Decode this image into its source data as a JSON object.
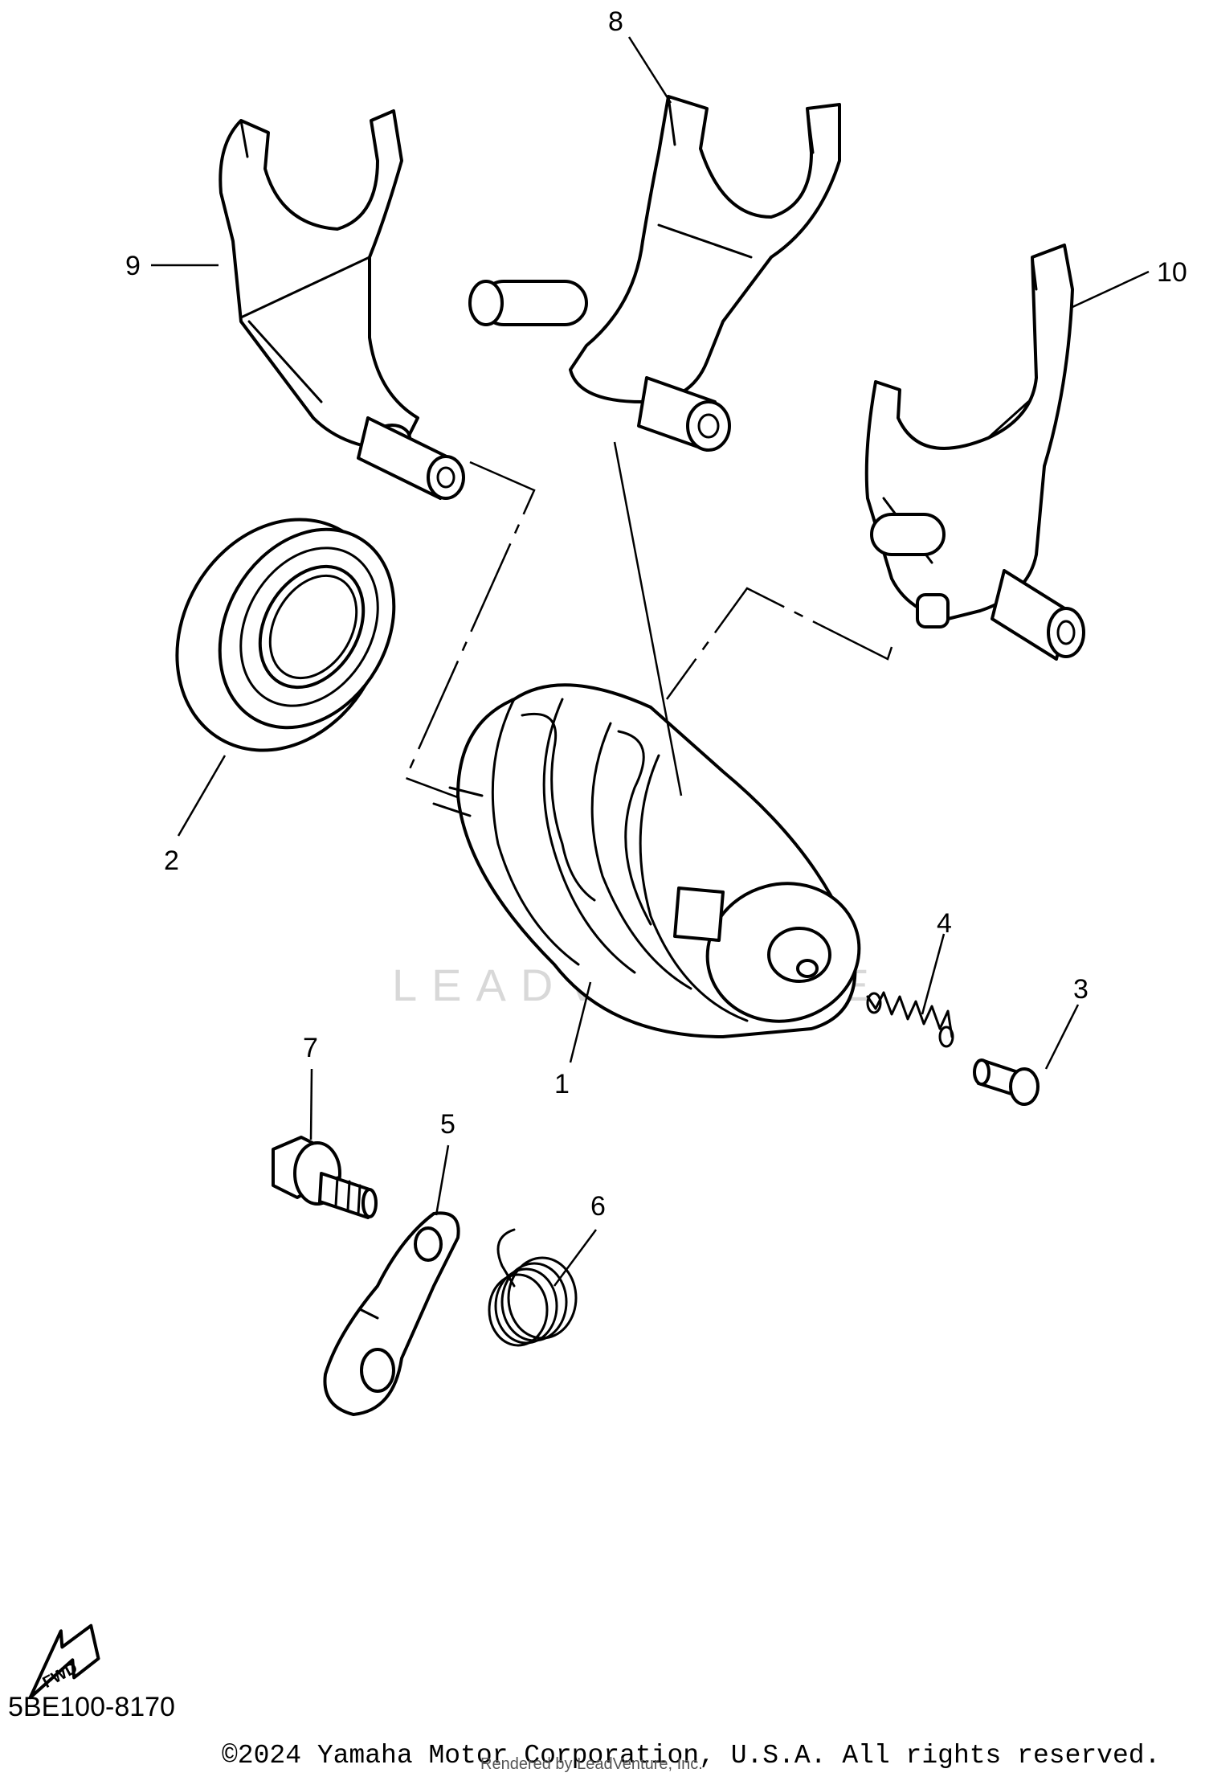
{
  "diagram": {
    "callouts": [
      "1",
      "2",
      "3",
      "4",
      "5",
      "6",
      "7",
      "8",
      "9",
      "10"
    ],
    "fwd_label": "FWD",
    "watermark": "LEADVENTURE"
  },
  "footer": {
    "doc_code": "5BE100-8170",
    "copyright": "©2024 Yamaha Motor Corporation, U.S.A. All rights reserved.",
    "rendered_by": "Rendered by LeadVenture, Inc."
  }
}
